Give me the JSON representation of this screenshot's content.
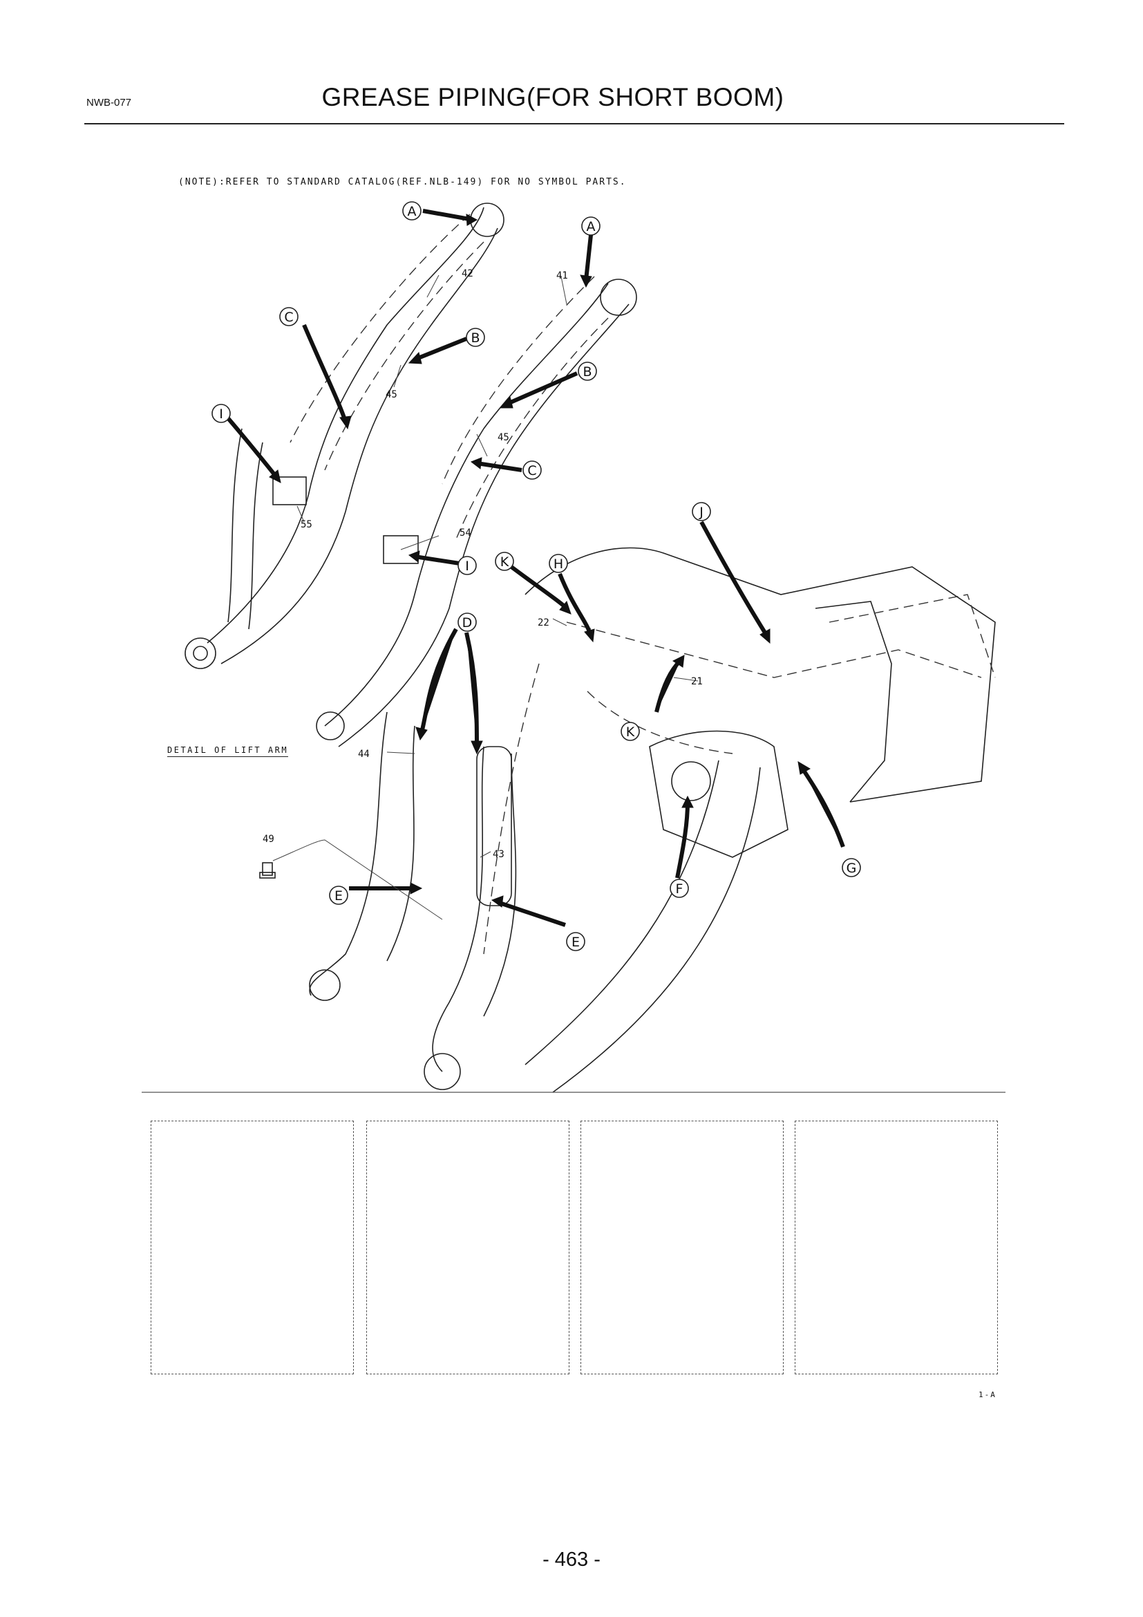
{
  "header": {
    "code": "NWB-077",
    "title": "GREASE PIPING(FOR SHORT BOOM)"
  },
  "note": "(NOTE):REFER TO STANDARD CATALOG(REF.NLB-149) FOR NO SYMBOL PARTS.",
  "detail_label": "DETAIL OF LIFT ARM",
  "callouts": [
    "A",
    "A",
    "B",
    "B",
    "C",
    "C",
    "D",
    "E",
    "E",
    "F",
    "G",
    "H",
    "I",
    "I",
    "J",
    "K",
    "K"
  ],
  "part_numbers": [
    "42",
    "41",
    "45",
    "45",
    "55",
    "54",
    "22",
    "21",
    "44",
    "43",
    "49"
  ],
  "figure_ref": "1-A",
  "page_number": "- 463 -"
}
